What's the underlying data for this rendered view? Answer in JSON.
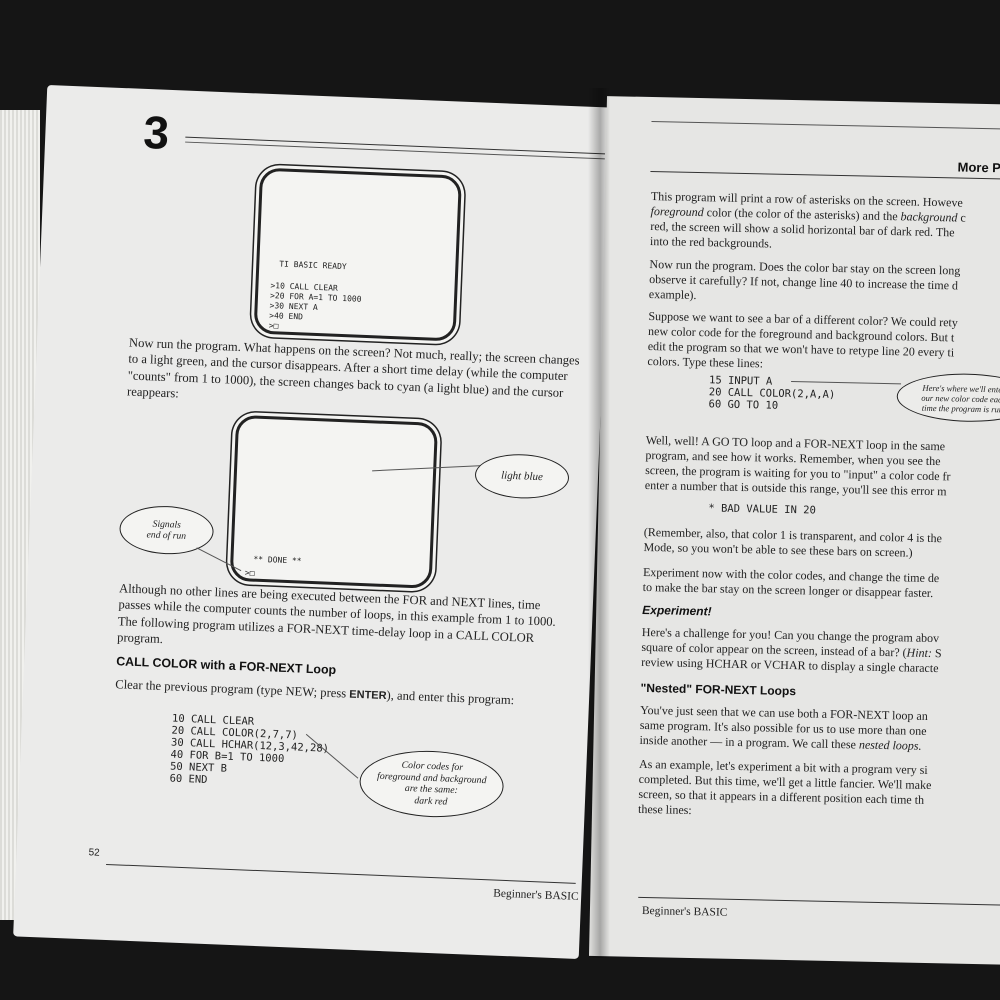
{
  "left_page": {
    "chapter_number": "3",
    "screen1": {
      "line1": "TI BASIC READY",
      "line2": ">10 CALL CLEAR",
      "line3": ">20 FOR A=1 TO 1000",
      "line4": ">30 NEXT A",
      "line5": ">40 END",
      "line6": ">□"
    },
    "para1": "Now run the program. What happens on the screen? Not much, really; the screen changes to a light green, and the cursor disappears. After a short time delay (while the computer \"counts\" from 1 to 1000), the screen changes back to cyan (a light blue) and the cursor reappears:",
    "screen2": {
      "done_text": "** DONE **",
      "prompt": ">□",
      "callout_light_blue": "light blue",
      "callout_signals_1": "Signals",
      "callout_signals_2": "end of run"
    },
    "para2": "Although no other lines are being executed between the FOR and NEXT lines, time passes while the computer counts the number of loops, in this example from 1 to 1000. The following program utilizes a FOR-NEXT time-delay loop in a CALL COLOR program.",
    "heading1": "CALL COLOR with a FOR-NEXT Loop",
    "para3_before": "Clear the previous program (type NEW; press ",
    "para3_key": "ENTER",
    "para3_after": "), and enter this program:",
    "code": {
      "l1": "10 CALL CLEAR",
      "l2": "20 CALL COLOR(2,7,7)",
      "l3": "30 CALL HCHAR(12,3,42,28)",
      "l4": "40 FOR B=1 TO 1000",
      "l5": "50 NEXT B",
      "l6": "60 END"
    },
    "callout_color": {
      "l1": "Color codes for",
      "l2": "foreground and background",
      "l3": "are the same:",
      "l4": "dark red"
    },
    "page_number": "52",
    "footer": "Beginner's BASIC"
  },
  "right_page": {
    "header": "More Pr",
    "p1_l1": "This program will print a row of asterisks on the screen. Howeve",
    "p1_l2a": "foreground",
    "p1_l2b": " color (the color of the asterisks) and the ",
    "p1_l2c": "background",
    "p1_l2d": " c",
    "p1_l3": "red, the screen will show a solid horizontal bar of dark red. The",
    "p1_l4": "into the red backgrounds.",
    "p2_l1": "Now run the program. Does the color bar stay on the screen long",
    "p2_l2": "observe it carefully? If not, change line 40 to increase the time d",
    "p2_l3": "example).",
    "p3_l1": "Suppose we want to see a bar of a different color? We could rety",
    "p3_l2": "new color code for the foreground and background colors. But t",
    "p3_l3": "edit the program so that we won't have to retype line 20 every ti",
    "p3_l4": "colors. Type these lines:",
    "code": {
      "l1": "15 INPUT A",
      "l2": "20 CALL COLOR(2,A,A)",
      "l3": "60 GO TO 10"
    },
    "callout_l1": "Here's where we'll enter",
    "callout_l2": "our new color code each",
    "callout_l3": "time the program is run.",
    "p4_l1": "Well, well! A GO TO loop and a FOR-NEXT loop in the same",
    "p4_l2": "program, and see how it works. Remember, when you see the",
    "p4_l3": "screen, the program is waiting for you to \"input\" a color code fr",
    "p4_l4": "enter a number that is outside this range, you'll see this error m",
    "error_msg": "* BAD VALUE IN 20",
    "p5_l1a": "(Remember, also, that color 1 is transparent, and color 4 is the",
    "p5_l2a": "Mode, so you won't be able to see these bars on screen.)",
    "p6_l1": "Experiment now with the color codes, and change the time de",
    "p6_l2": "to make the bar stay on the screen longer or disappear faster.",
    "heading_experiment": "Experiment!",
    "p7_l1": "Here's a challenge for you! Can you change the program abov",
    "p7_l2a": "square of color appear on the screen, instead of a bar? (",
    "p7_l2b": "Hint:",
    "p7_l2c": " S",
    "p7_l3": "review using HCHAR or VCHAR to display a single characte",
    "heading_nested": "\"Nested\" FOR-NEXT Loops",
    "p8_l1": "You've just seen that we can use both a FOR-NEXT loop an",
    "p8_l2": "same program. It's also possible for us to use more than one",
    "p8_l3a": "inside another — in a program. We call these ",
    "p8_l3b": "nested loops.",
    "p9_l1": "As an example, let's experiment a bit with a program very si",
    "p9_l2": "completed. But this time, we'll get a little fancier. We'll make",
    "p9_l3": "screen, so that it appears in a different position each time th",
    "p9_l4": "these lines:",
    "footer": "Beginner's BASIC"
  }
}
